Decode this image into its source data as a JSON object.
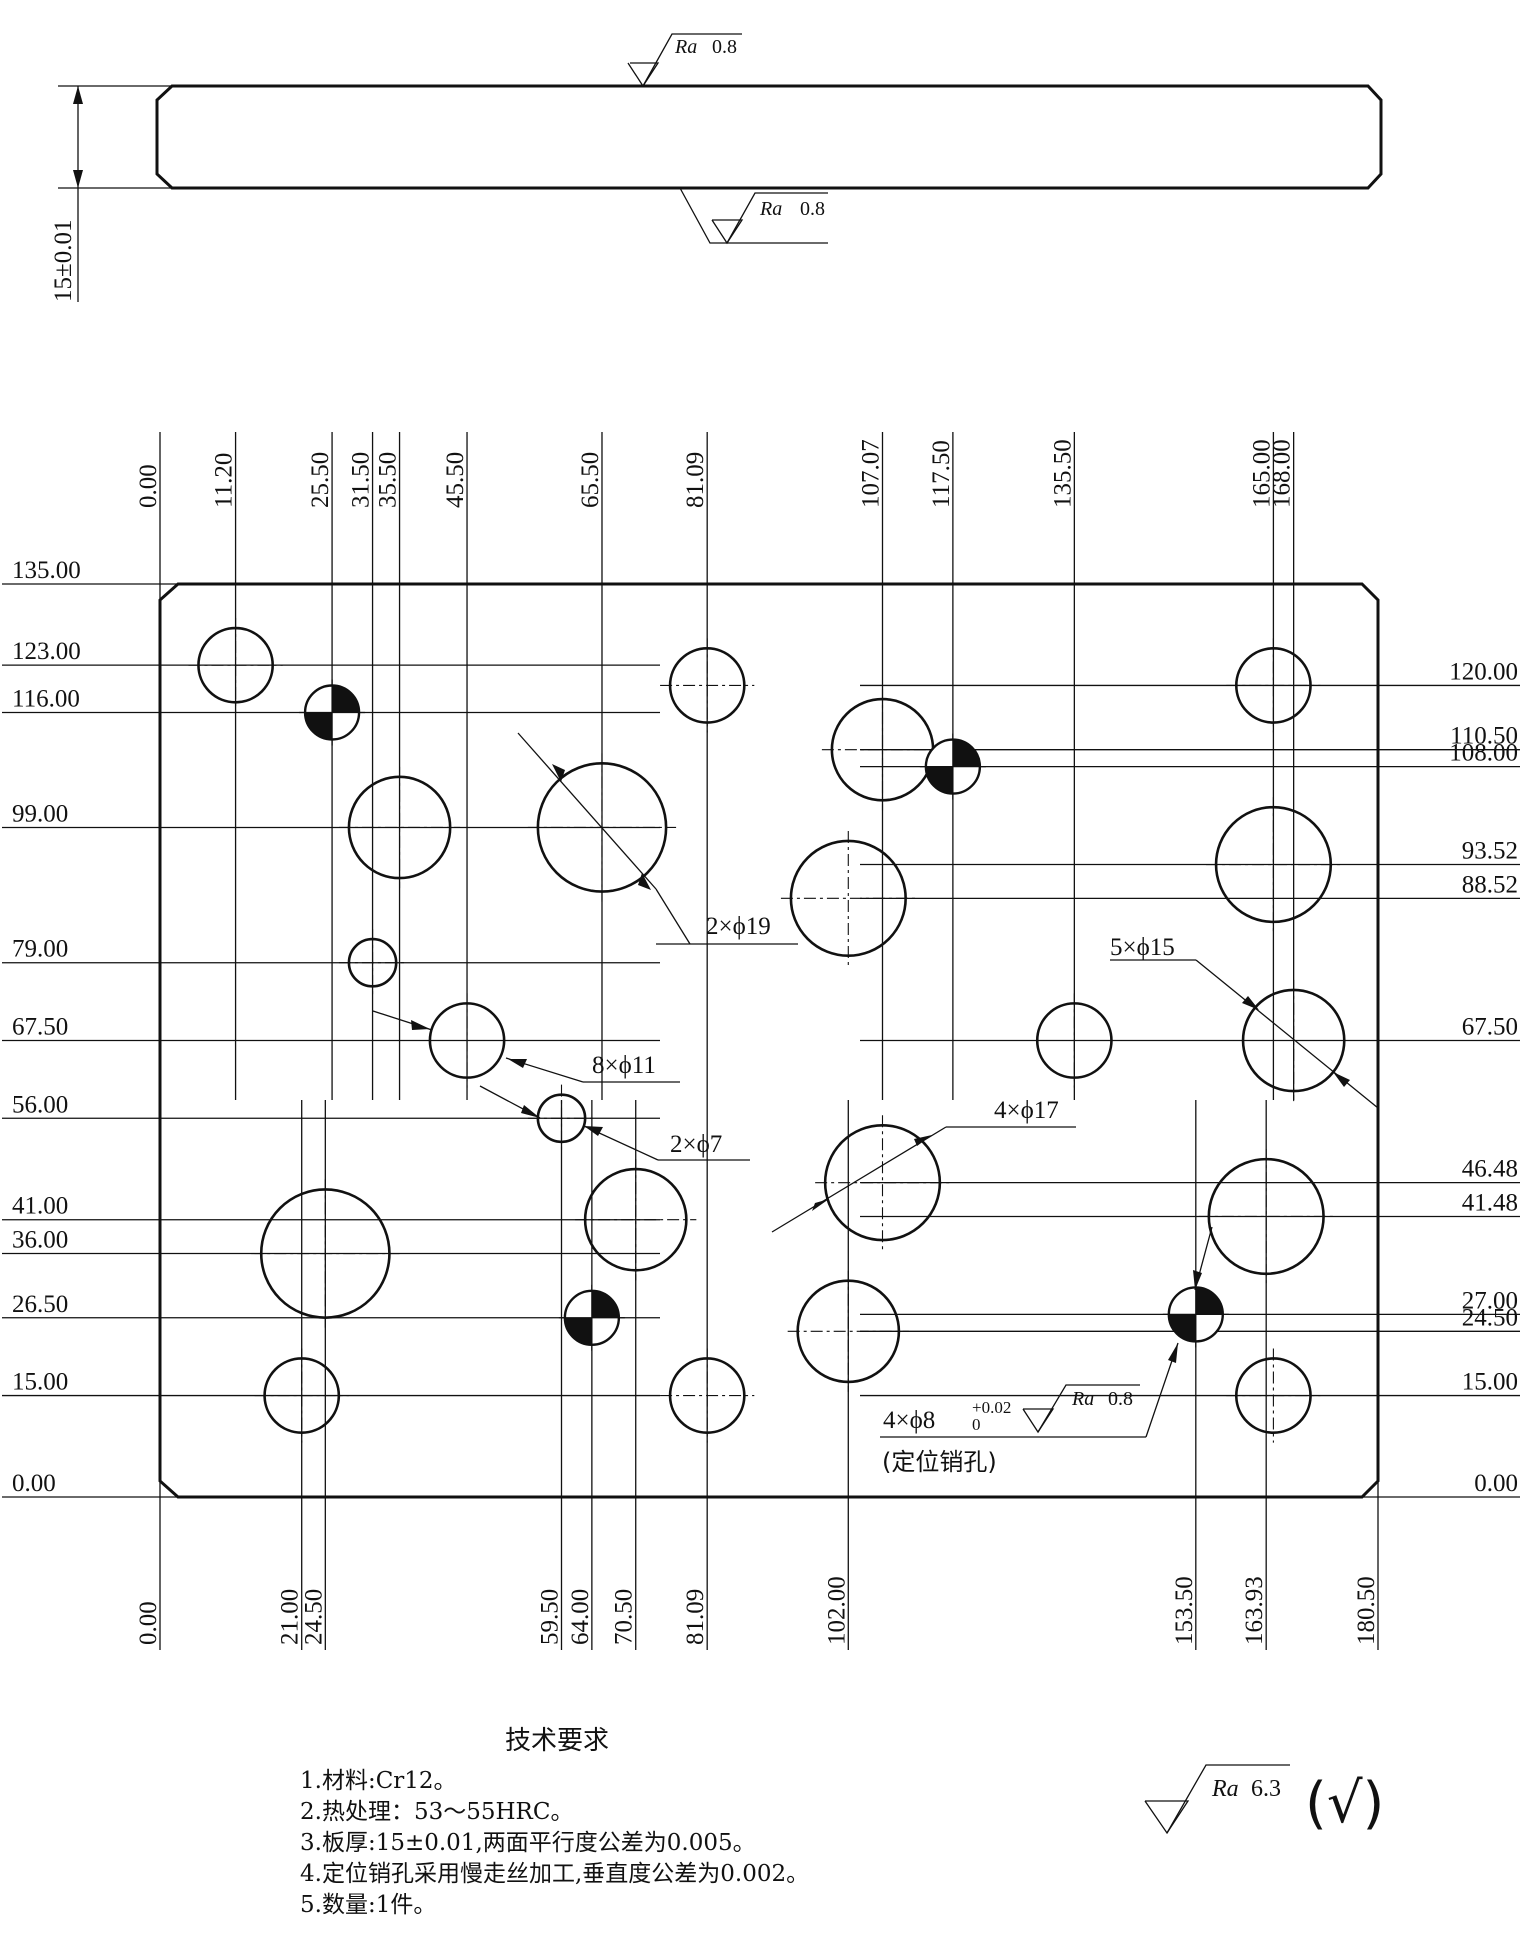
{
  "side_view": {
    "thickness_label": "15±0.01",
    "top_roughness": {
      "prefix": "Ra",
      "value": "0.8"
    },
    "bottom_roughness": {
      "prefix": "Ra",
      "value": "0.8"
    }
  },
  "plate_view": {
    "x_top_labels": [
      "0.00",
      "11.20",
      "25.50",
      "31.50",
      "35.50",
      "45.50",
      "65.50",
      "81.09",
      "107.07",
      "117.50",
      "135.50",
      "165.00",
      "168.00"
    ],
    "x_bottom_labels": [
      "0.00",
      "21.00",
      "24.50",
      "59.50",
      "64.00",
      "70.50",
      "81.09",
      "102.00",
      "153.50",
      "163.93",
      "180.50"
    ],
    "y_left_labels": [
      "135.00",
      "123.00",
      "116.00",
      "99.00",
      "79.00",
      "67.50",
      "56.00",
      "41.00",
      "36.00",
      "26.50",
      "15.00",
      "0.00"
    ],
    "y_right_labels": [
      "120.00",
      "110.50",
      "108.00",
      "93.52",
      "88.52",
      "67.50",
      "46.48",
      "41.48",
      "27.00",
      "24.50",
      "15.00",
      "0.00"
    ],
    "callouts": {
      "phi19": "2×ϕ19",
      "phi15": "5×ϕ15",
      "phi11": "8×ϕ11",
      "phi7": "2×ϕ7",
      "phi17": "4×ϕ17",
      "phi8_main": "4×ϕ8",
      "phi8_upper": "+0.02",
      "phi8_lower": "0",
      "phi8_ra_prefix": "Ra",
      "phi8_ra_value": "0.8",
      "phi8_note": "(定位销孔)"
    }
  },
  "tech_requirements": {
    "title": "技术要求",
    "items": [
      "1.材料:Cr12。",
      "2.热处理：53～55HRC。",
      "3.板厚:15±0.01,两面平行度公差为0.005。",
      "4.定位销孔采用慢走丝加工,垂直度公差为0.002。",
      "5.数量:1件。"
    ]
  },
  "general_roughness": {
    "prefix": "Ra",
    "value": "6.3",
    "symbol": "(√)"
  }
}
